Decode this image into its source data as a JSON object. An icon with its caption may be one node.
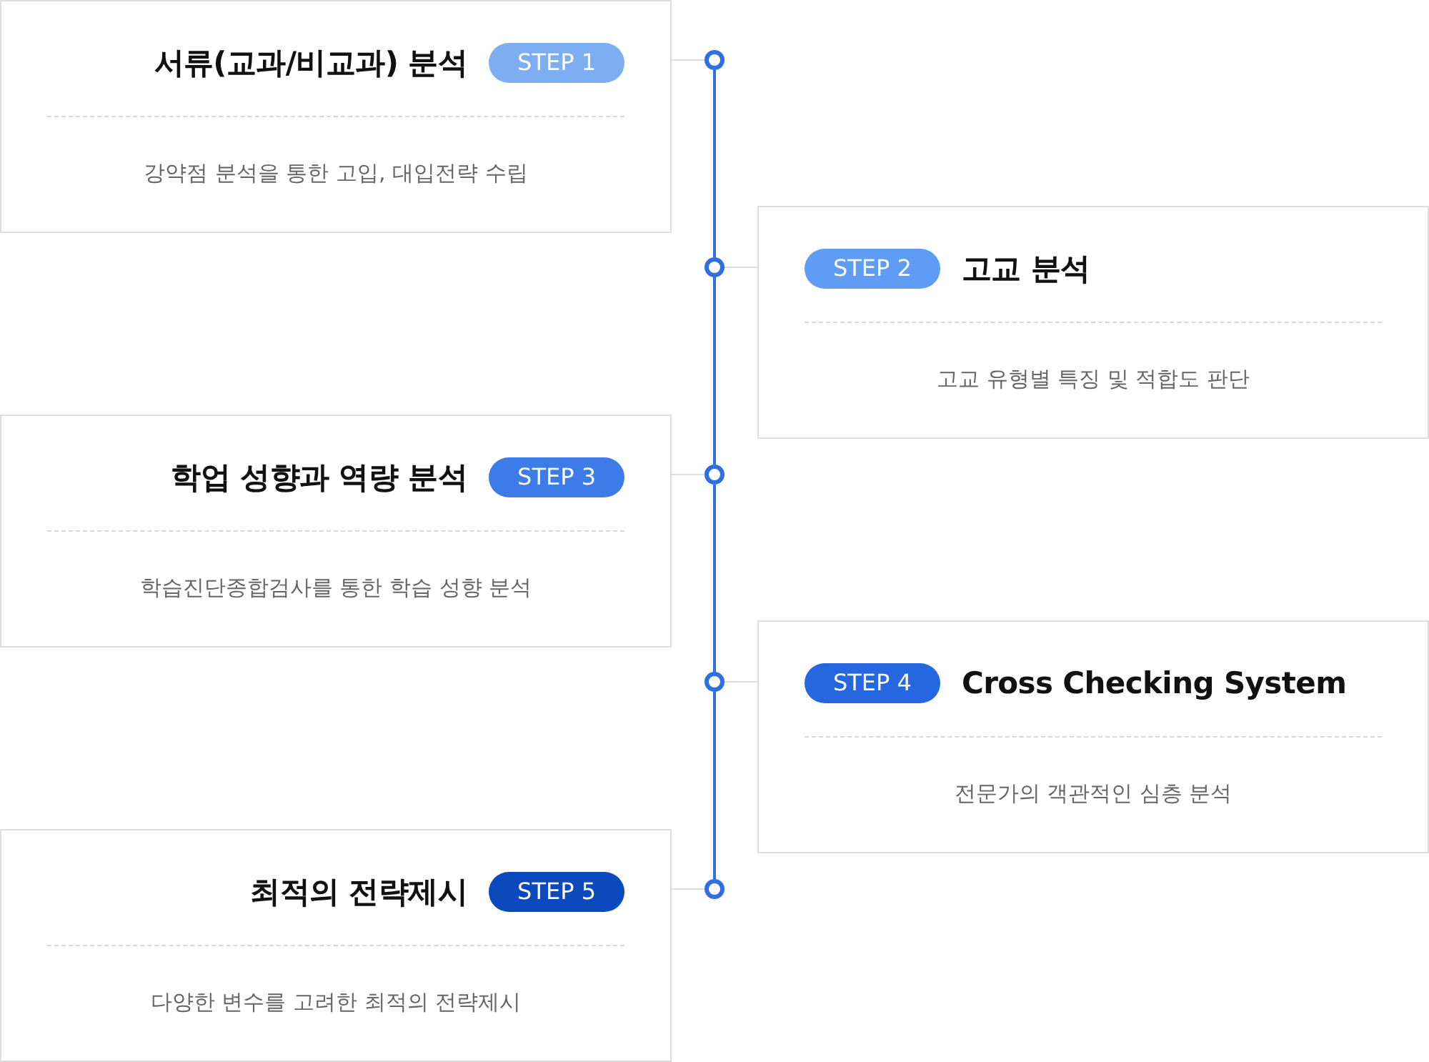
{
  "diagram": {
    "nodes": [
      {
        "text": [
          "서류(교과/비교과) 분석",
          "강약점 분석을 통한 고입, 대입전략 수립"
        ]
      },
      {
        "text": [
          "STEP 1"
        ],
        "in": 0
      },
      {
        "text": [],
        "shape": "circle"
      },
      {
        "text": [
          "고교 분석",
          "고교 유형별 특징 및 적합도 판단"
        ]
      },
      {
        "text": [
          "STEP 2"
        ],
        "in": 3
      },
      {
        "text": [],
        "shape": "circle"
      },
      {
        "text": [
          "학업 성향과 역량 분석",
          "학습진단종합검사를 통한 학습 성향 분석"
        ]
      },
      {
        "text": [
          "STEP 3"
        ],
        "in": 6
      },
      {
        "text": [],
        "shape": "circle"
      },
      {
        "text": [
          "Cross Checking System",
          "전문가의 객관적인 심층 분석"
        ]
      },
      {
        "text": [
          "STEP 4"
        ],
        "in": 9
      },
      {
        "text": [],
        "shape": "circle"
      },
      {
        "text": [
          "최적의 전략제시",
          "다양한 변수를 고려한 최적의 전략제시"
        ]
      },
      {
        "text": [
          "STEP 5"
        ],
        "in": 12
      },
      {
        "text": [],
        "shape": "circle"
      }
    ],
    "edges": [
      {
        "from": 0,
        "to": 2,
        "arrow": "none"
      },
      {
        "from": 2,
        "to": 5,
        "arrow": "none",
        "color": "#2f6fe0"
      },
      {
        "from": 3,
        "to": 5,
        "arrow": "none"
      },
      {
        "from": 5,
        "to": 8,
        "arrow": "none",
        "color": "#2f6fe0"
      },
      {
        "from": 6,
        "to": 8,
        "arrow": "none"
      },
      {
        "from": 8,
        "to": 11,
        "arrow": "none",
        "color": "#2f6fe0"
      },
      {
        "from": 9,
        "to": 11,
        "arrow": "none"
      },
      {
        "from": 11,
        "to": 14,
        "arrow": "none",
        "color": "#2f6fe0"
      },
      {
        "from": 12,
        "to": 14,
        "arrow": "none"
      }
    ]
  }
}
